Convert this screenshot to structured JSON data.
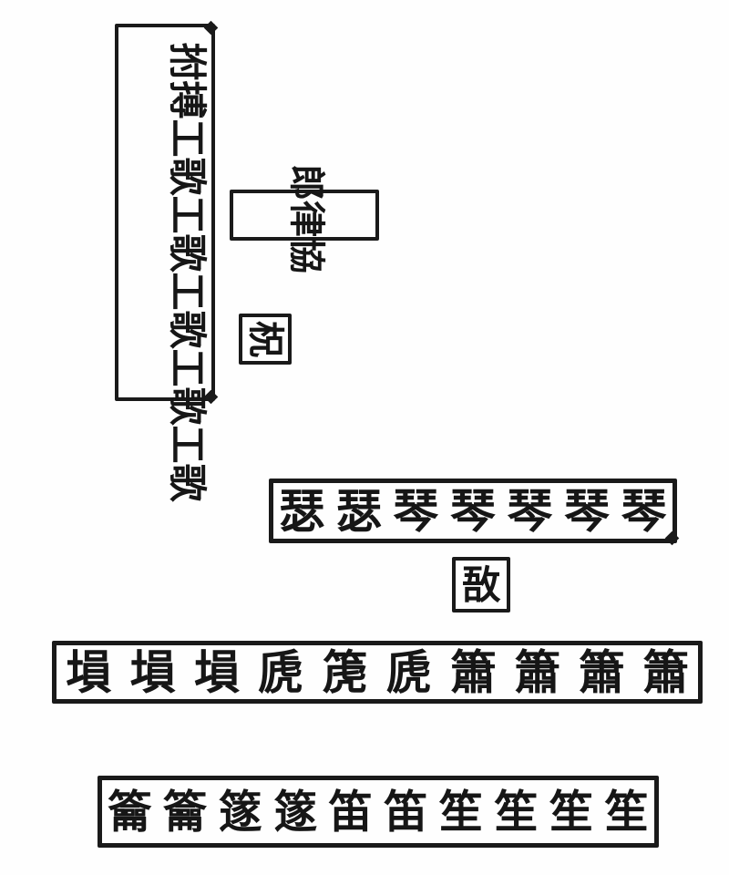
{
  "colors": {
    "ink": "#1a1a1a",
    "paper": "#fefefe"
  },
  "singers_strip": {
    "groups": [
      {
        "word": "搏拊"
      },
      {
        "word": "歌工"
      },
      {
        "word": "歌工"
      },
      {
        "word": "歌工"
      },
      {
        "word": "歌工"
      },
      {
        "word": "歌工"
      }
    ]
  },
  "conductor_box": {
    "label": "協律郎"
  },
  "zhu_box": {
    "label": "柷"
  },
  "yu_box": {
    "label": "敔"
  },
  "strings_row": {
    "chars": [
      "瑟",
      "瑟",
      "琴",
      "琴",
      "琴",
      "琴",
      "琴"
    ]
  },
  "winds_row_upper": {
    "chars": [
      "塤",
      "塤",
      "塤",
      "虒",
      "箎",
      "虒",
      "簫",
      "簫",
      "簫",
      "簫"
    ]
  },
  "winds_row_lower": {
    "chars": [
      "籥",
      "籥",
      "篴",
      "篴",
      "笛",
      "笛",
      "笙",
      "笙",
      "笙",
      "笙"
    ]
  }
}
